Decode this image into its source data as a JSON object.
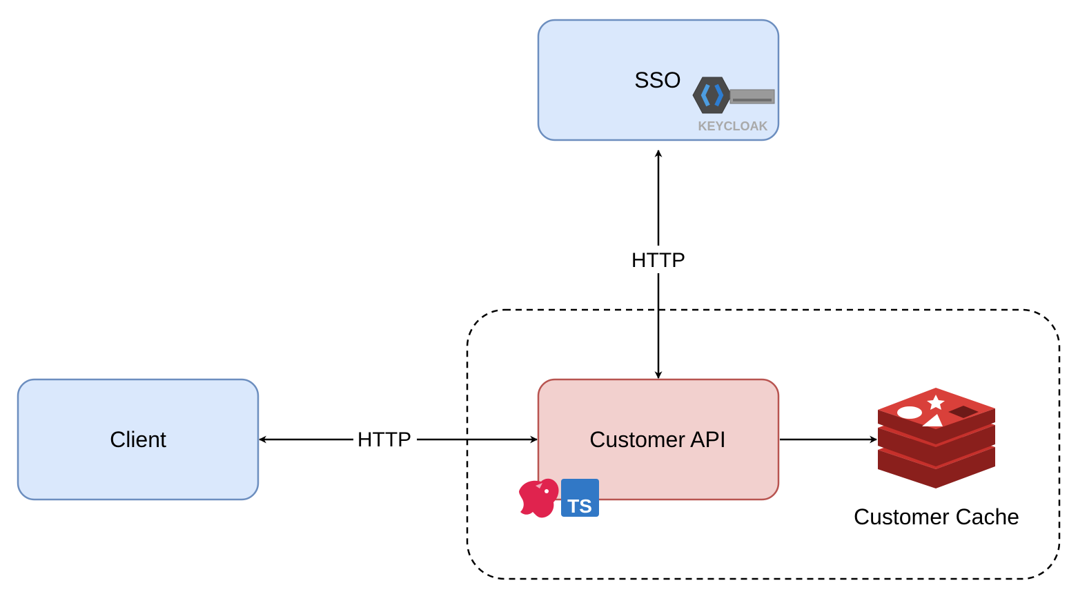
{
  "colors": {
    "blue_fill": "#dae8fc",
    "blue_stroke": "#6c8ebf",
    "red_fill": "#f2d0ce",
    "red_stroke": "#b85450",
    "edge": "#000000",
    "redis_red": "#c6302b",
    "redis_dark": "#8a1f1c",
    "nest_red": "#e0234e",
    "ts_blue": "#3178c6",
    "keycloak_gray": "#a9a9a9",
    "keycloak_blue": "#4d9de0"
  },
  "nodes": {
    "sso": {
      "label": "SSO",
      "logo_text": "KEYCLOAK",
      "logo_icon": "keycloak-icon"
    },
    "client": {
      "label": "Client"
    },
    "customer_api": {
      "label": "Customer API",
      "logos": [
        "nestjs-icon",
        "typescript-icon"
      ],
      "ts_badge": "TS"
    },
    "customer_cache": {
      "label": "Customer Cache",
      "logo_icon": "redis-icon"
    }
  },
  "edges": {
    "client_to_api": {
      "label": "HTTP",
      "direction": "both"
    },
    "api_to_sso": {
      "label": "HTTP",
      "direction": "both"
    },
    "api_to_cache": {
      "label": "",
      "direction": "forward"
    }
  },
  "groups": {
    "service_boundary": {
      "style": "dashed"
    }
  }
}
